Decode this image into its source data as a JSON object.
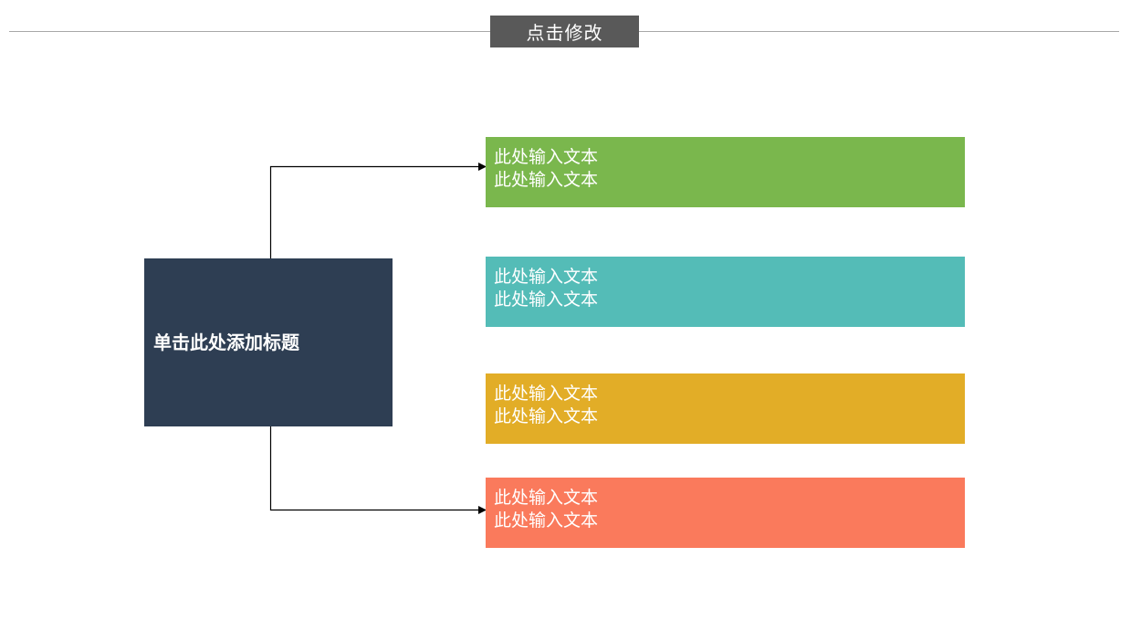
{
  "slide": {
    "background": "#ffffff",
    "header": {
      "badge_label": "点击修改",
      "badge_bg": "#595959",
      "badge_text_color": "#ffffff",
      "rule_color": "#a8a8a8"
    },
    "title_box": {
      "label": "单击此处添加标题",
      "bg": "#2e3e53",
      "text_color": "#ffffff"
    },
    "items": [
      {
        "name": "green",
        "bg": "#7ab74d",
        "line1": "此处输入文本",
        "line2": "此处输入文本"
      },
      {
        "name": "teal",
        "bg": "#54bcb7",
        "line1": "此处输入文本",
        "line2": "此处输入文本"
      },
      {
        "name": "yellow",
        "bg": "#e2ad27",
        "line1": "此处输入文本",
        "line2": "此处输入文本"
      },
      {
        "name": "orange",
        "bg": "#fa7a5c",
        "line1": "此处输入文本",
        "line2": "此处输入文本"
      }
    ],
    "connector_color": "#000000"
  }
}
